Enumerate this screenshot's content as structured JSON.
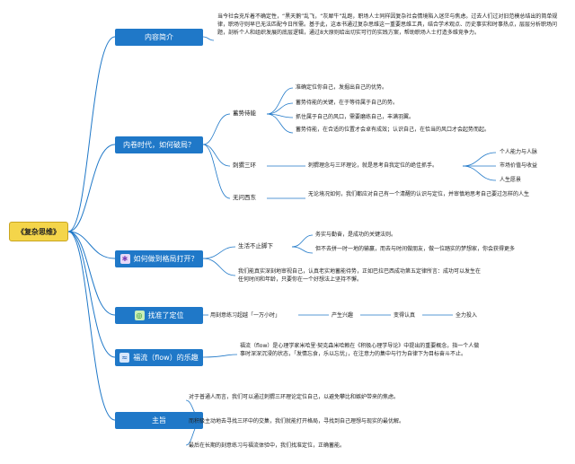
{
  "root": {
    "label": "《复杂思维》"
  },
  "branches": {
    "intro": {
      "title": "内容简介",
      "text": "当今社会充斥着不确定性，“黑天鹅”乱飞，“灰犀牛”乱跑，职场人士同样因复杂社会情境陷入迷茫与焦虑。过去人们过对旧范模总结出的简单规律，职场守则早已无法匹配今日所需。基于此，这本书通过复杂思维这一重要思维工具，结合学术观点、历史事实和时事热点，层层分析职场问题，剖析个人和组织发展的底层逻辑，通过8大原则给出切实可行的实践方案，帮助职场人士打造多维竞争力。"
    },
    "era": {
      "title": "内卷时代，如何破局？",
      "subs": [
        {
          "label": "蓄势待能",
          "items": [
            "准确定位你自己，发掘出自己的优势。",
            "蓄势待能的关键，在于等待属于自己的势。",
            "抓住属于自己的风口，需要磨练自己，丰满羽翼。",
            "蓄势待能，在合适的位置才会卓有成效；认识自己，在恰当的风口才会起势而起。"
          ]
        },
        {
          "label": "刺猬三环",
          "desc": "刺猬理念与三环理论，就是思考自我定位的绝佳抓手。",
          "items": [
            "个人能力与人脉",
            "市场价值与收益",
            "人生愿景"
          ]
        },
        {
          "label": "无问西东",
          "desc": "无论境况如何，我们都应对自己有一个清醒的认识与定位，并审慎地思考自己要过怎样的人生"
        }
      ]
    },
    "breakout": {
      "title": "如何做到格局打开？",
      "sub": {
        "label": "生活不止脚下",
        "items": [
          "务实与勤奋，是成功的关键法则。",
          "但不去拼一时一地的输赢，而去与时间做朋友，做一位踏实的梦想家，你会获得更多"
        ]
      },
      "text": "我们能真实深刻地审视自己，认真老实地蓄能待势，正如巴拉巴西成功第五定律所言：成功可以发生在任何时间和年龄，只要你在一个好想法上坚持不懈。"
    },
    "position": {
      "title": "找准了定位",
      "steps": [
        "用刻意练习超越「一万小时」",
        "产生兴趣",
        "变得认真",
        "全力投入"
      ]
    },
    "flow": {
      "title": "福流（flow）的乐趣",
      "text": "福流（flow）是心理学家米哈里·契克森米哈赖在《积极心理学导论》中提出的重要概念，指一个人做事时深深沉浸的状态，「发情忘食，乐以忘忧」，在注意力的集中与行为自律下为目标奋斗不止。"
    },
    "summary": {
      "title": "主旨",
      "items": [
        "对于普通人而言，我们可以通过刺猬三环理论定位自己，以避免攀比和嫉妒带来的焦虑。",
        "而积极主动地去寻找三环中的交集，我们就能打开格局，寻找到自己理想与现实的最优解。",
        "最后在长期的刻意练习与福流体验中，我们找准定位，正确蓄能。"
      ]
    }
  },
  "icons": {
    "breakout": "people-icon",
    "position": "target-icon",
    "flow": "flow-icon"
  },
  "colors": {
    "branch": "#1f78c8",
    "root": "#f4d54a",
    "line": "#1f78c8"
  }
}
